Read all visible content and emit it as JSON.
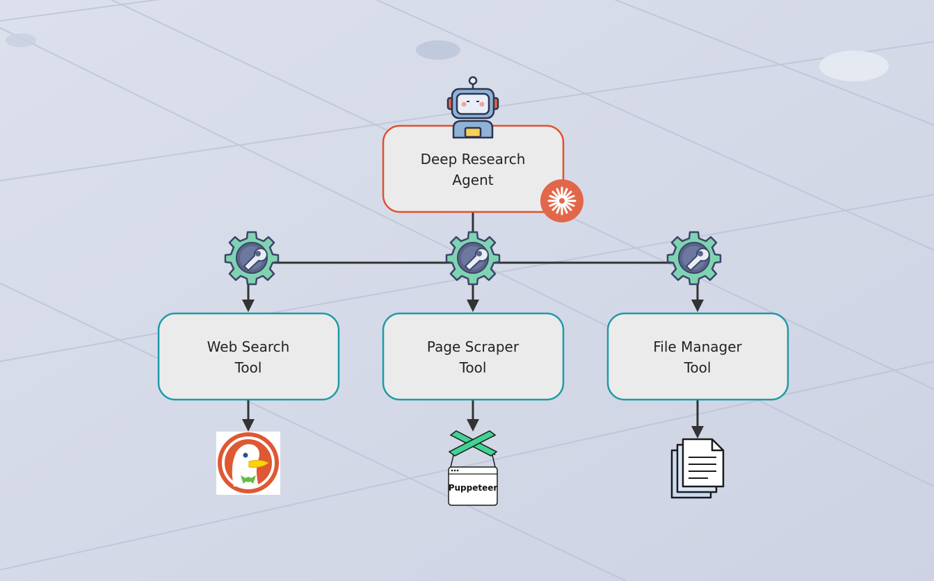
{
  "colors": {
    "background": "#d3d8e6",
    "grid_line": "#bfc5d8",
    "node_fill": "#ebebeb",
    "agent_border": "#e2502c",
    "tool_border": "#1f9aa6",
    "connector": "#333333",
    "gear": "#7fd3b2",
    "wrench": "#5b6589",
    "spark": "#e2674a",
    "puppeteer_green": "#40d394",
    "duck_orange": "#de5833"
  },
  "agent": {
    "line1": "Deep Research",
    "line2": "Agent",
    "icon": "robot-icon",
    "badge_icon": "sparkle-icon"
  },
  "tools": [
    {
      "line1": "Web Search",
      "line2": "Tool",
      "connector_icon": "gear-wrench-icon",
      "resource_icon": "duckduckgo-logo-icon"
    },
    {
      "line1": "Page Scraper",
      "line2": "Tool",
      "connector_icon": "gear-wrench-icon",
      "resource_icon": "puppeteer-logo-icon"
    },
    {
      "line1": "File Manager",
      "line2": "Tool",
      "connector_icon": "gear-wrench-icon",
      "resource_icon": "documents-icon"
    }
  ],
  "resources": {
    "puppeteer_label": "Puppeteer"
  }
}
